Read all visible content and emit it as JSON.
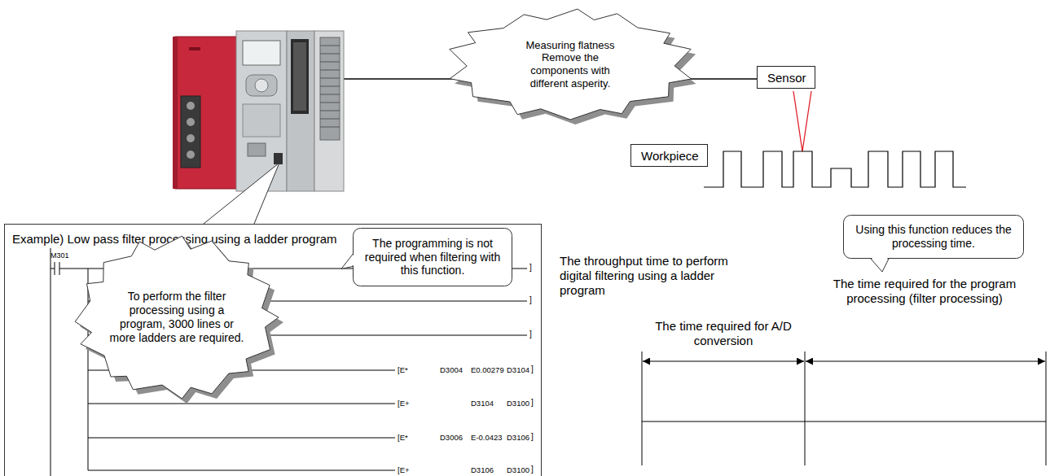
{
  "diagram": {
    "nodes": [
      {
        "text": [
          "Measuring flatness Remove the components with different asperity."
        ]
      },
      {
        "text": [
          "Sensor"
        ]
      },
      {
        "text": [
          "Workpiece"
        ]
      },
      {
        "text": [
          "Example) Low pass filter processing using a ladder program"
        ]
      },
      {
        "text": [
          "To perform the filter processing using a program, 3000 lines or more ladders are required."
        ],
        "in": 3
      },
      {
        "text": [
          "The programming is not required when filtering with this function."
        ],
        "in": 3
      },
      {
        "text": [
          "Using this function reduces the processing time."
        ]
      }
    ],
    "labels": [
      "M301",
      "]",
      "]",
      "]",
      "[E*",
      "D3004",
      "E0.00279",
      "D3104",
      "]",
      "[E+",
      "D3104",
      "D3100",
      "]",
      "[E*",
      "D3006",
      "E-0.0423",
      "D3106",
      "]",
      "[E+",
      "D3106",
      "D3100",
      "]",
      "The throughput time to perform digital filtering using a ladder program",
      "The time required for the program processing (filter processing)",
      "The time required for A/D conversion"
    ]
  }
}
